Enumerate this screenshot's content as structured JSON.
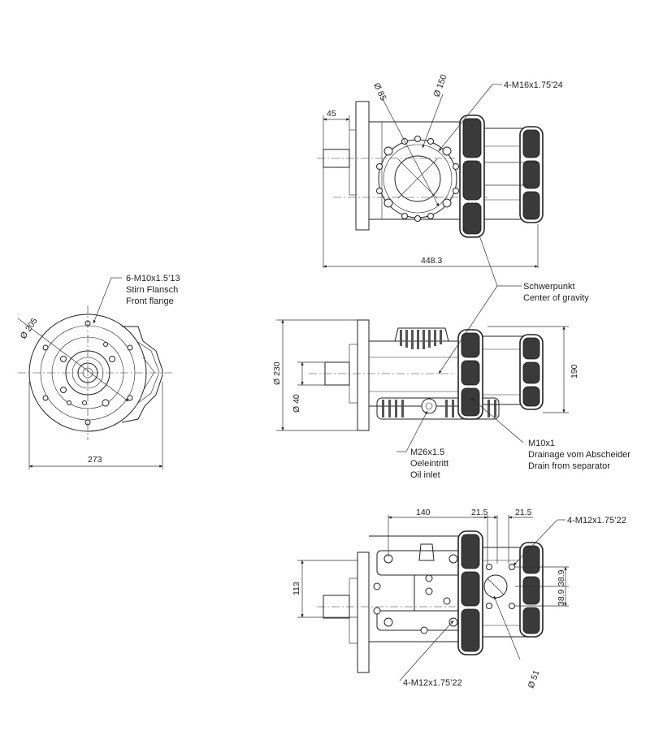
{
  "front_view": {
    "flange_thread": "6-M10x1.5’13",
    "flange_de": "Stirn Flansch",
    "flange_en": "Front flange",
    "dia_205": "Ø 205",
    "width_273": "273"
  },
  "top_view": {
    "dia_85": "Ø 85",
    "dia_150": "Ø 150",
    "thread_m16": "4-M16x1.75’24",
    "dim_45": "45",
    "dim_448": "448.3"
  },
  "side_view": {
    "cog_de": "Schwerpunkt",
    "cog_en": "Center of gravity",
    "dia_230": "Ø 230",
    "dia_40": "Ø 40",
    "dim_190": "190",
    "inlet_thread": "M26x1.5",
    "inlet_de": "Oeleintritt",
    "inlet_en": "Oil inlet",
    "drain_thread": "M10x1",
    "drain_de": "Drainage vom Abscheider",
    "drain_en": "Drain from separator"
  },
  "bottom_view": {
    "dim_140": "140",
    "dim_21a": "21.5",
    "dim_21b": "21.5",
    "thread_m12_top": "4-M12x1.75’22",
    "dim_113": "113",
    "dim_38a": "38.9",
    "dim_38b": "38.9",
    "dia_51": "Ø 51",
    "thread_m12_bottom": "4-M12x1.75’22"
  }
}
